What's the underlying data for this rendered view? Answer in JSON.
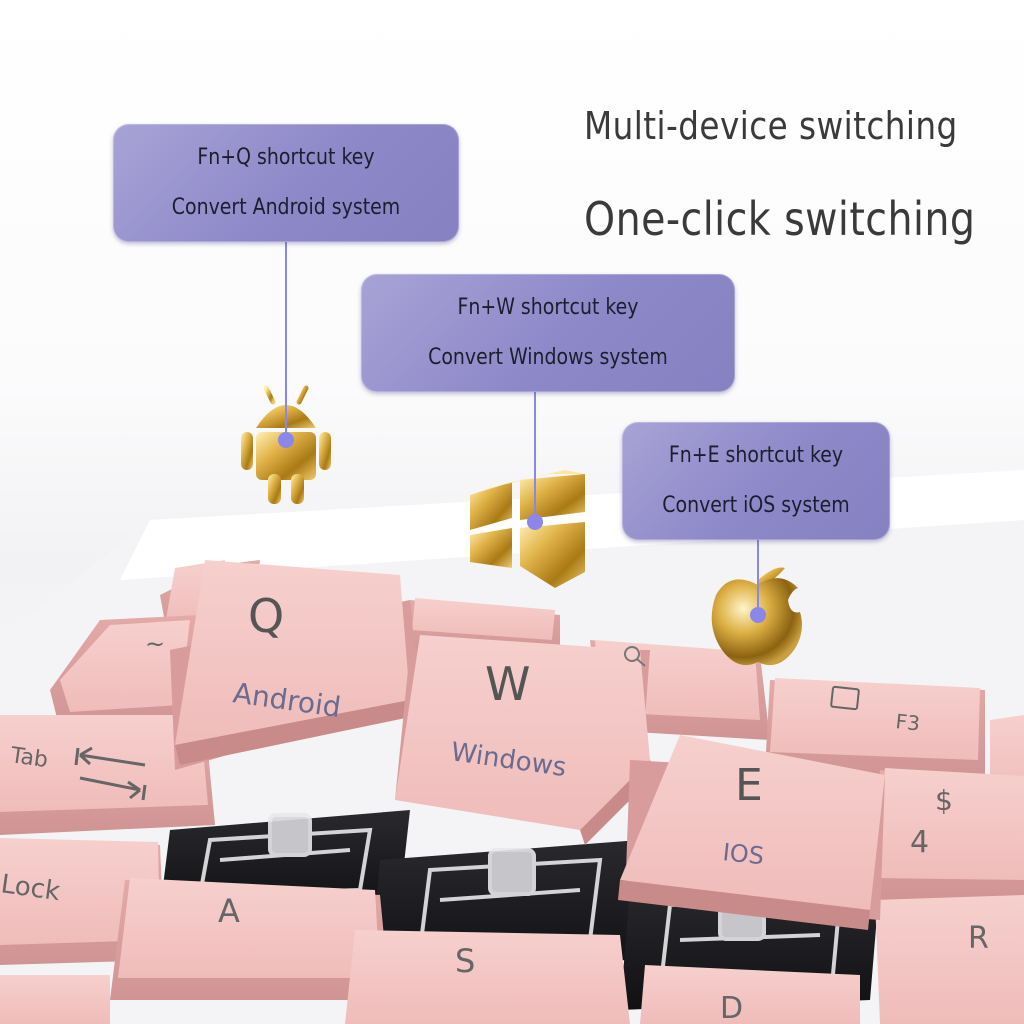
{
  "headline": {
    "line1": "Multi-device switching",
    "line2": "One-click switching"
  },
  "callouts": [
    {
      "shortcut": "Fn+Q shortcut key",
      "description": "Convert Android system"
    },
    {
      "shortcut": "Fn+W shortcut key",
      "description": "Convert Windows system"
    },
    {
      "shortcut": "Fn+E shortcut key",
      "description": "Convert iOS system"
    }
  ],
  "keys": {
    "q": {
      "letter": "Q",
      "label": "Android"
    },
    "w": {
      "letter": "W",
      "label": "Windows"
    },
    "e": {
      "letter": "E",
      "label": "IOS"
    },
    "tab": "Tab",
    "lock": "Lock",
    "a": "A",
    "s": "S",
    "d": "D",
    "r": "R",
    "f3": "F3",
    "four": "4",
    "dollar": "$",
    "tilde": "~"
  },
  "colors": {
    "callout": "#908bca",
    "keycap": "#f2c4c2",
    "keycap_dark": "#d9a3a2",
    "gold": "#d4a72c",
    "headline": "#3a3a3a",
    "connector_dot": "#8a86ea"
  },
  "icons": [
    "android-icon",
    "windows-icon",
    "apple-icon"
  ]
}
